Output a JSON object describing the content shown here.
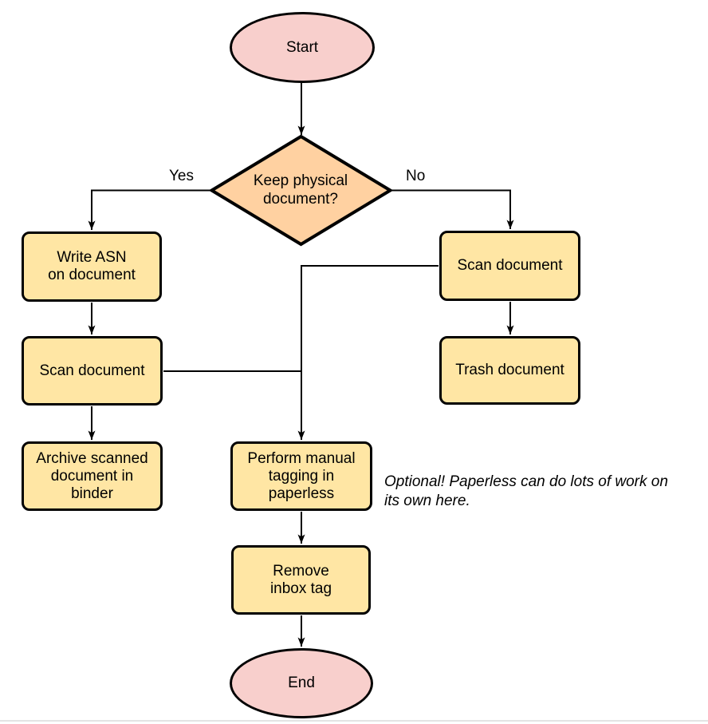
{
  "diagram": {
    "type": "flowchart",
    "colors": {
      "terminal_fill": "#f8cfcc",
      "decision_fill": "#ffd1a1",
      "process_fill": "#ffe6a4",
      "stroke": "#000000",
      "note_text": "#000000",
      "page_edge_line": "#e3e3e3"
    },
    "nodes": {
      "start": {
        "shape": "ellipse",
        "label": "Start"
      },
      "keep_physical": {
        "shape": "diamond",
        "label": "Keep physical\ndocument?"
      },
      "write_asn": {
        "shape": "rect",
        "label": "Write ASN\non document"
      },
      "scan_document_left": {
        "shape": "rect",
        "label": "Scan document"
      },
      "archive_scanned": {
        "shape": "rect",
        "label": "Archive scanned\ndocument in\nbinder"
      },
      "scan_document_right": {
        "shape": "rect",
        "label": "Scan document"
      },
      "trash_document": {
        "shape": "rect",
        "label": "Trash document"
      },
      "manual_tagging": {
        "shape": "rect",
        "label": "Perform manual\ntagging in\npaperless"
      },
      "remove_inbox_tag": {
        "shape": "rect",
        "label": "Remove\ninbox tag"
      },
      "end": {
        "shape": "ellipse",
        "label": "End"
      }
    },
    "edge_labels": {
      "yes": "Yes",
      "no": "No"
    },
    "note": "Optional! Paperless can do lots of work on\nits own here."
  }
}
